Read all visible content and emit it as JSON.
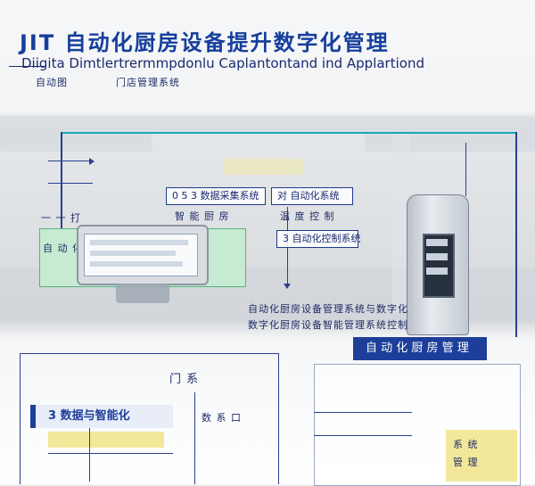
{
  "header": {
    "title": "JIT 自动化厨房设备提升数字化管理",
    "subtitle": "Diigita Dimtlertrermmpdonlu Caplantontand ind Applartiond",
    "sub_note_left": "自动图",
    "sub_note_right": "门店管理系统"
  },
  "labels": {
    "tag_left": "0 5 3 数据采集系统",
    "tag_right": "对 自动化系统",
    "tag_mid": "3 自动化控制系统",
    "left_side_a": "一 一 打",
    "left_side_b": "自 动 化",
    "mid_a": "智 能 厨 房",
    "mid_b": "温 度 控 制",
    "notes_a": "自动化厨房设备管理系统与数字化",
    "notes_b": "数字化厨房设备智能管理系统控制",
    "kiosk_strip": "自 动 化 厨 房 管 理",
    "bottom_left_strip": "3 数据与智能化",
    "bottom_mid_a": "门 系",
    "bottom_mid_b": "数 系 口",
    "bottom_right_a": "系 统",
    "bottom_right_b": "管 理"
  }
}
